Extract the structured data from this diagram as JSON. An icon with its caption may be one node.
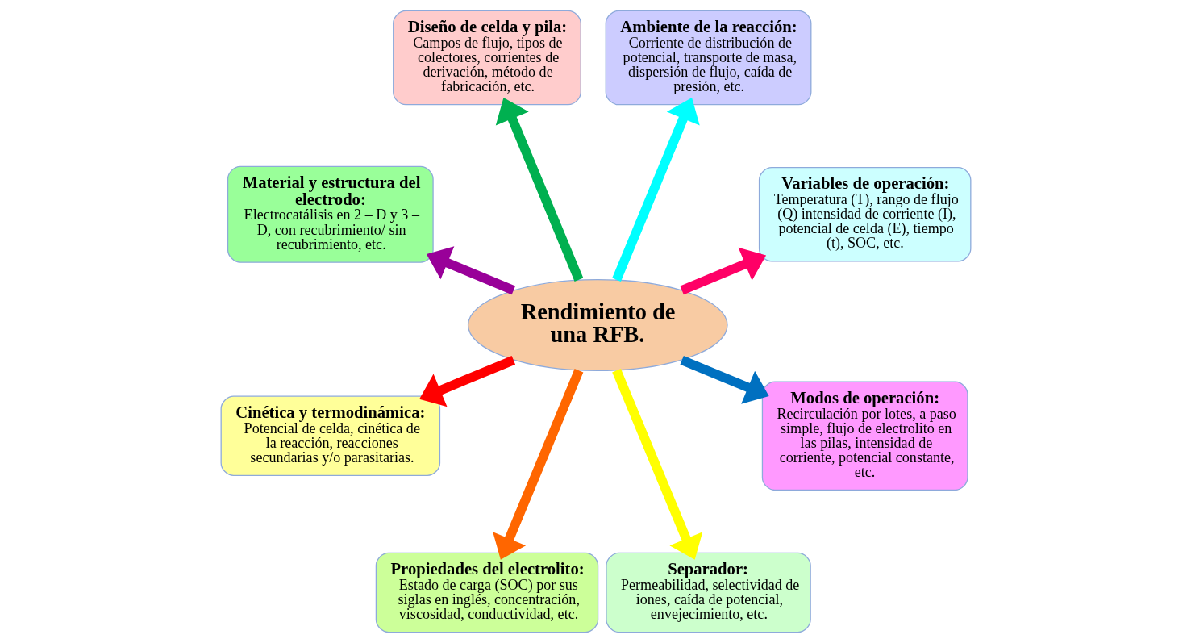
{
  "diagram": {
    "nodes": [
      {
        "text": [
          "Variables de operación:",
          "Temperatura (T), rango de flujo (Q) intensidad de corriente (I), potencial de celda (E), tiempo (t), SOC, etc."
        ]
      },
      {
        "text": [
          "Ambiente de la reacción:",
          "Corriente de distribución de potencial, transporte de masa, dispersión de flujo, caída de presión, etc."
        ]
      },
      {
        "text": [
          "Diseño de celda y pila:",
          "Campos de flujo, tipos de colectores, corrientes de derivación, método de fabricación, etc."
        ]
      },
      {
        "text": [
          "Material y estructura del electrodo:",
          "Electrocatálisis en 2 – D y 3 – D, con recubrimiento/ sin recubrimiento, etc."
        ]
      },
      {
        "text": [
          "Rendimiento de una RFB."
        ]
      },
      {
        "text": [
          "Cinética y termodinámica:",
          "Potencial de celda, cinética de la reacción, reacciones secundarias y/o parasitarias."
        ]
      },
      {
        "text": [
          "Propiedades del electrolito:",
          "Estado de carga (SOC) por sus siglas en inglés, concentración, viscosidad, conductividad, etc."
        ]
      },
      {
        "text": [
          "Separador:",
          "Permeabilidad, selectividad de iones, caída de potencial, envejecimiento, etc."
        ]
      },
      {
        "text": [
          "Modos de operación:",
          "Recirculación por lotes, a paso simple, flujo de electrolito en las pilas, intensidad de corriente, potencial constante, etc."
        ]
      }
    ],
    "edges": [
      {
        "from": 4,
        "to": 0,
        "arrow": "to",
        "color": "#ff0066"
      },
      {
        "from": 4,
        "to": 1,
        "arrow": "to",
        "color": "#00ffff"
      },
      {
        "from": 4,
        "to": 2,
        "arrow": "to",
        "color": "#00b050"
      },
      {
        "from": 4,
        "to": 3,
        "arrow": "to",
        "color": "#990099"
      },
      {
        "from": 4,
        "to": 5,
        "arrow": "to",
        "color": "#ff0000"
      },
      {
        "from": 4,
        "to": 6,
        "arrow": "to",
        "color": "#ff6600"
      },
      {
        "from": 4,
        "to": 7,
        "arrow": "to",
        "color": "#ffff00"
      },
      {
        "from": 4,
        "to": 8,
        "arrow": "to",
        "color": "#0070c0"
      }
    ]
  }
}
